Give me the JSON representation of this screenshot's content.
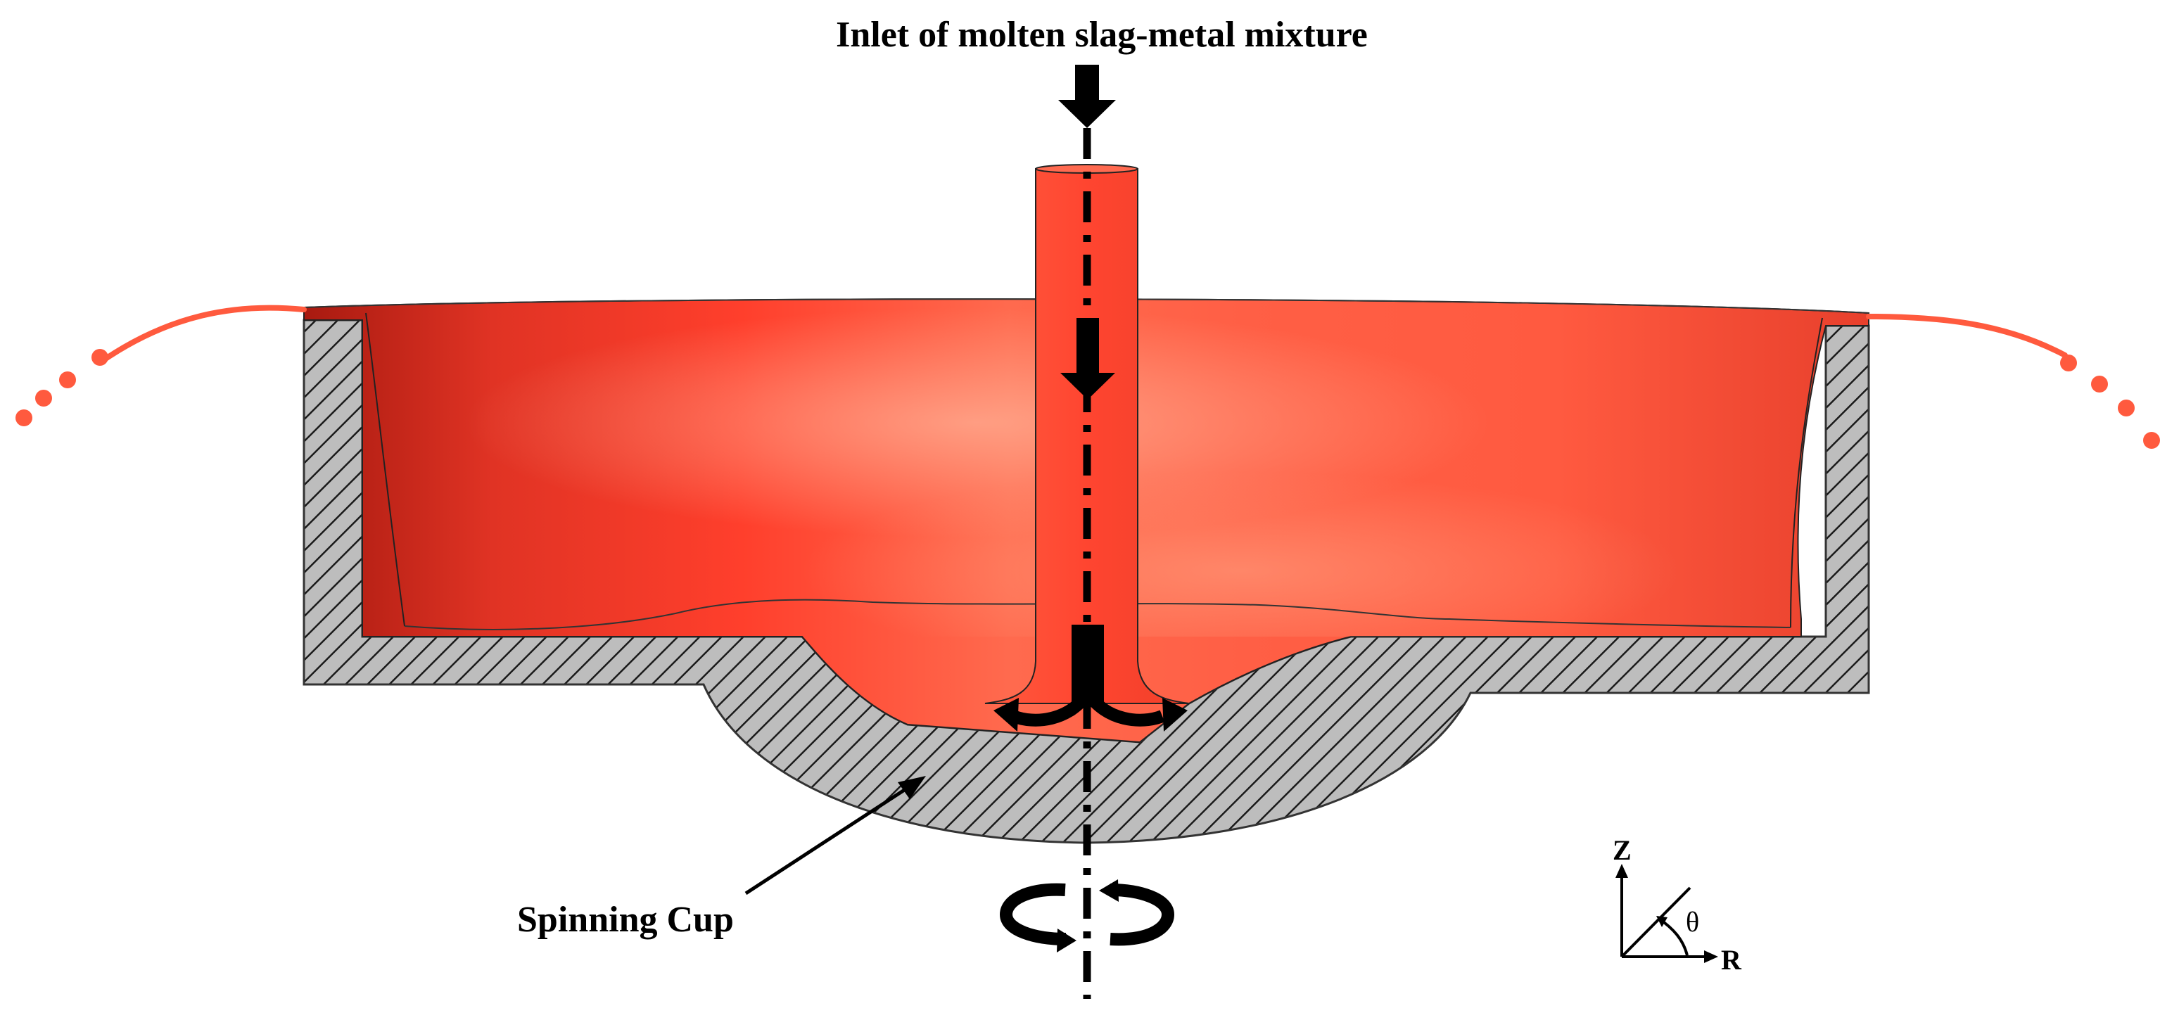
{
  "diagram": {
    "inlet_label": "Inlet of molten slag-metal mixture",
    "cup_label": "Spinning Cup",
    "axis_z_label": "Z",
    "axis_r_label": "R",
    "axis_theta_label": "θ"
  },
  "colors": {
    "melt": "#ff4a35",
    "melt_light": "#ff8a6a",
    "melt_dark": "#b81e12",
    "cup_fill": "#bdbdbd",
    "hatch": "#1a1a1a",
    "ink": "#000000"
  },
  "icons": {
    "inlet_arrow": "down-arrow-icon",
    "flow_arrow": "down-arrow-icon",
    "spread_arrows": "curved-split-arrow-icon",
    "rotation": "rotation-arrows-icon",
    "droplets": "droplet-dots-icon"
  }
}
